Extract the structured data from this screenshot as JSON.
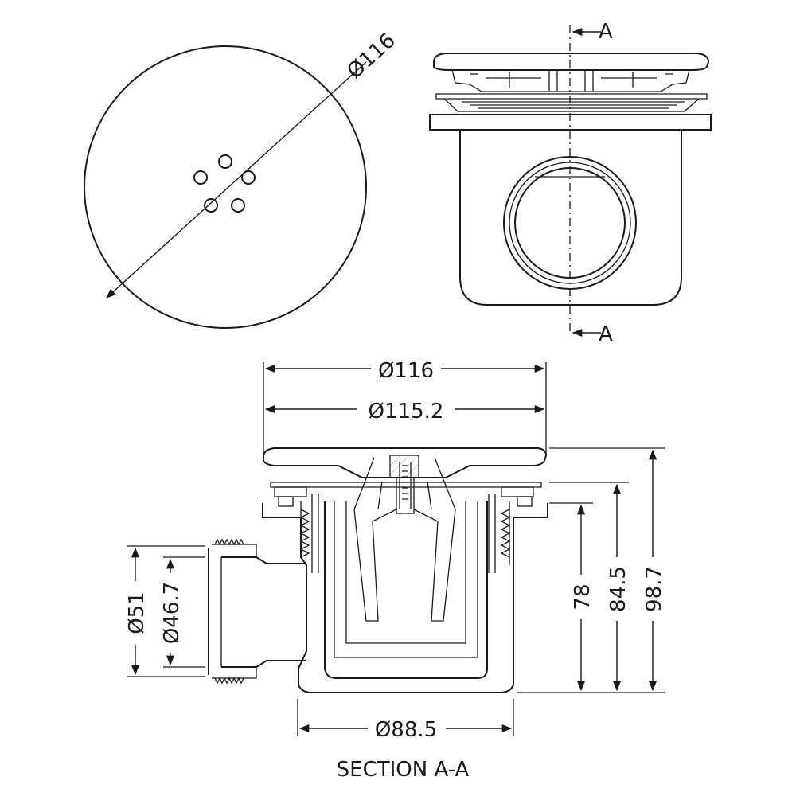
{
  "top_view": {
    "diameter_label": "Ø116"
  },
  "side_view": {
    "section_marker_top": "A",
    "section_marker_bottom": "A"
  },
  "section": {
    "width_outer_label": "Ø116",
    "width_inner_label": "Ø115.2",
    "outlet_outer_label": "Ø51",
    "outlet_inner_label": "Ø46.7",
    "height_1_label": "78",
    "height_2_label": "84.5",
    "height_3_label": "98.7",
    "body_width_label": "Ø88.5",
    "title": "SECTION A-A"
  },
  "colors": {
    "line": "#1a1a1a",
    "hatch": "#9a9a9a"
  }
}
